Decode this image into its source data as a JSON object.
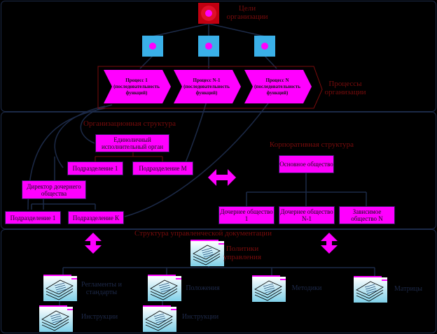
{
  "goals": {
    "label": "Цели организации"
  },
  "processes": {
    "label": "Процессы организации",
    "items": [
      {
        "label": "Процесс 1 (последовательность функций)"
      },
      {
        "label": "Процесс N-1 (последовательность функций)"
      },
      {
        "label": "Процесс N (последовательность функций)"
      }
    ]
  },
  "org_structure": {
    "label": "Организационная структура",
    "executive": "Единоличный исполнительный орган",
    "div_1": "Подразделение  1",
    "div_m": "Подразделение  М",
    "subsidiary_director": "Директор дочернего общества",
    "sub_div_1": "Подразделение  1",
    "sub_div_k": "Подразделение  К"
  },
  "corp_structure": {
    "label": "Корпоративная структура",
    "main": "Основное общество",
    "children": [
      {
        "label": "Дочернее общество  1"
      },
      {
        "label": "Дочернее общество  N-1"
      },
      {
        "label": "Зависимое общество  N"
      }
    ]
  },
  "docs": {
    "label": "Структура управленческой документации",
    "policy": "Политики управления",
    "items": [
      {
        "label": "Регламенты и стандарты"
      },
      {
        "label": "Положения"
      },
      {
        "label": "Методики"
      },
      {
        "label": "Матрицы"
      },
      {
        "label": "Инструкции"
      },
      {
        "label": "Инструкции"
      }
    ]
  },
  "colors": {
    "accent": "#ff00ff",
    "label_red": "#7a0c0c",
    "line": "#1c2a48",
    "goal_red": "#c00010",
    "node_blue": "#3ab0e8"
  }
}
